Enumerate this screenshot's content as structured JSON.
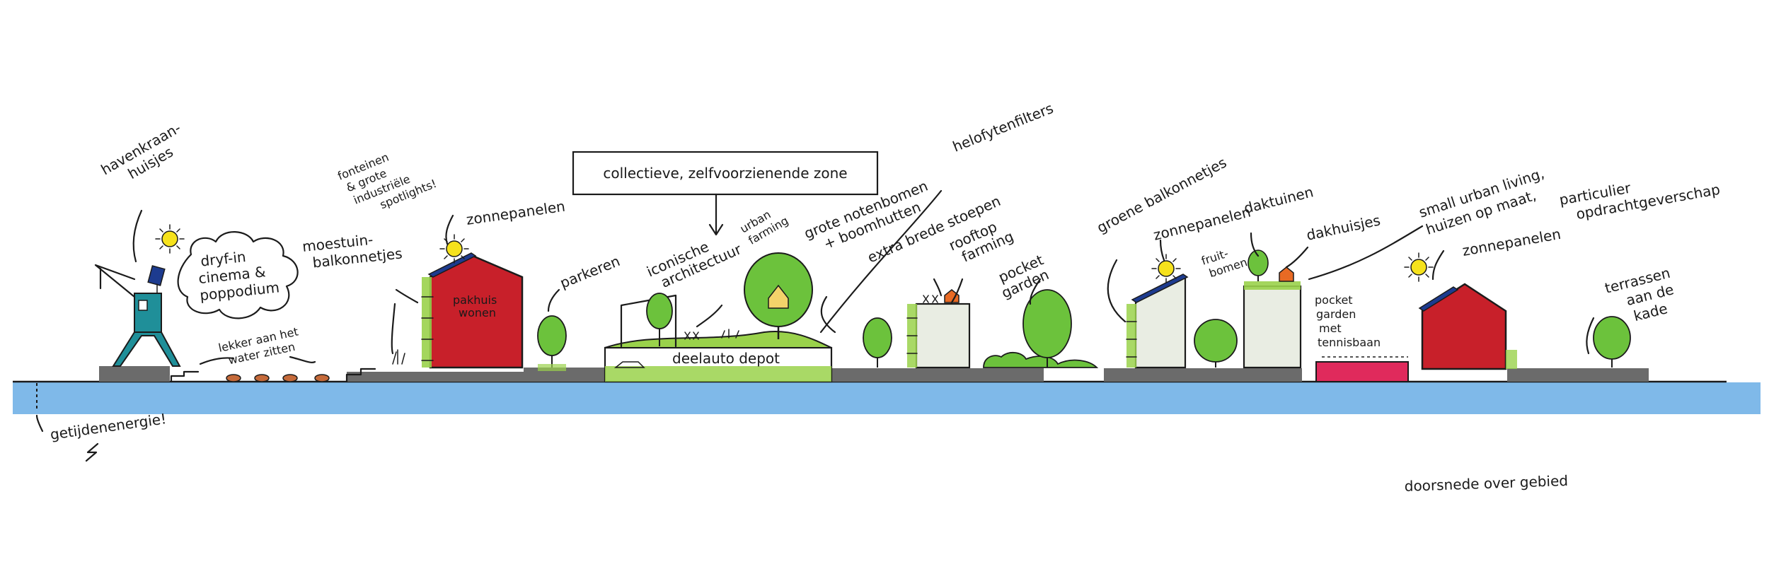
{
  "colors": {
    "water": "#7fb9e9",
    "ground": "#6b6b6b",
    "green": "#9ad24b",
    "tree": "#6cc23c",
    "red": "#c8202a",
    "pink": "#e02a5c",
    "crane": "#1f8f99",
    "sun": "#f6e21c",
    "solar": "#1d3b8f",
    "roof_orange": "#e86a24",
    "building_light": "#e9ede3"
  },
  "labels": {
    "havenkraan": [
      "havenkraan-",
      "huisjes"
    ],
    "drive_in": [
      "dryf-in",
      "cinema &",
      "poppodium"
    ],
    "lekker": [
      "lekker aan het",
      "water zitten"
    ],
    "getijden": "getijdenenergie!",
    "fonteinen": [
      "fonteinen",
      "& grote",
      "industriële",
      "spotlights!"
    ],
    "moestuin": [
      "moestuin-",
      "balkonnetjes"
    ],
    "zonnepanelen_1": "zonnepanelen",
    "pakhuis": [
      "pakhuis",
      "wonen"
    ],
    "parkeren": "parkeren",
    "collectieve_zone": "collectieve, zelfvoorzienende zone",
    "iconische": [
      "iconische",
      "architectuur"
    ],
    "urban_farming": [
      "urban",
      "farming"
    ],
    "notenbomen": [
      "grote notenbomen",
      "+ boomhutten"
    ],
    "helofytenfilters": "helofytenfilters",
    "deelauto": "deelauto depot",
    "extra_brede": "extra brede stoepen",
    "rooftop": [
      "rooftop",
      "farming"
    ],
    "pocket_garden_1": [
      "pocket",
      "garden"
    ],
    "groene_balkonnetjes": "groene balkonnetjes",
    "zonnepanelen_2": "zonnepanelen",
    "fruitbomen": [
      "fruit-",
      "bomen"
    ],
    "daktuinen": "daktuinen",
    "dakhuisjes": "dakhuisjes",
    "small_urban": [
      "small urban living,",
      "huizen op maat,",
      "particulier",
      "opdrachtgeverschap"
    ],
    "zonnepanelen_3": "zonnepanelen",
    "pocket_garden_2": [
      "pocket",
      "garden",
      "met",
      "tennisbaan"
    ],
    "terrassen": [
      "terrassen",
      "aan de",
      "kade"
    ],
    "doorsnede": "doorsnede over gebied"
  }
}
